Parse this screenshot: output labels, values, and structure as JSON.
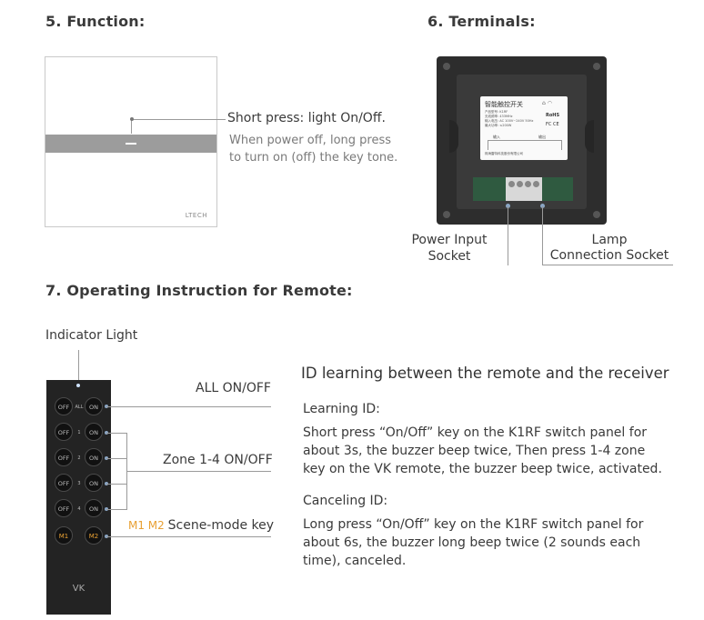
{
  "function": {
    "heading": "5. Function:",
    "short_press": "Short press: light On/Off.",
    "power_off_line1": "When power off, long press",
    "power_off_line2": "to turn on (off) the key tone.",
    "brand": "LTECH"
  },
  "terminals": {
    "heading": "6. Terminals:",
    "label_title": "智能触控开关",
    "label_rows": [
      "产品型号: K1RF",
      "无线频率: 433MHz",
      "输入电压: AC 100V~240V 50Hz",
      "最大功率: ≤200W"
    ],
    "label_rohs": "RoHS",
    "label_ce": "FC CE",
    "label_in": "输入",
    "label_out": "输出",
    "label_company": "珠海雷特科技股份有限公司",
    "power_input_line1": "Power Input",
    "power_input_line2": "Socket",
    "lamp_line1": "Lamp",
    "lamp_line2": "Connection Socket"
  },
  "remote": {
    "heading": "7. Operating Instruction for Remote:",
    "indicator": "Indicator Light",
    "all_onoff": "ALL ON/OFF",
    "zone": "Zone 1-4  ON/OFF",
    "scene_m": "M1 M2",
    "scene": "Scene-mode key",
    "model": "VK",
    "rows": [
      {
        "off": "OFF",
        "mid": "ALL",
        "on": "ON"
      },
      {
        "off": "OFF",
        "mid": "1",
        "on": "ON"
      },
      {
        "off": "OFF",
        "mid": "2",
        "on": "ON"
      },
      {
        "off": "OFF",
        "mid": "3",
        "on": "ON"
      },
      {
        "off": "OFF",
        "mid": "4",
        "on": "ON"
      }
    ],
    "m1": "M1",
    "m2": "M2"
  },
  "instructions": {
    "title": "ID learning between the remote and the receiver",
    "learning_heading": "Learning ID:",
    "learning_l1": "Short press “On/Off” key on the K1RF switch panel for",
    "learning_l2": "about 3s, the buzzer beep twice, Then press 1-4 zone",
    "learning_l3": "key on the VK remote, the buzzer beep twice, activated.",
    "cancel_heading": "Canceling ID:",
    "cancel_l1": "Long press “On/Off” key on the K1RF switch panel for",
    "cancel_l2": "about 6s, the buzzer long beep twice (2 sounds each",
    "cancel_l3": "time), canceled."
  }
}
